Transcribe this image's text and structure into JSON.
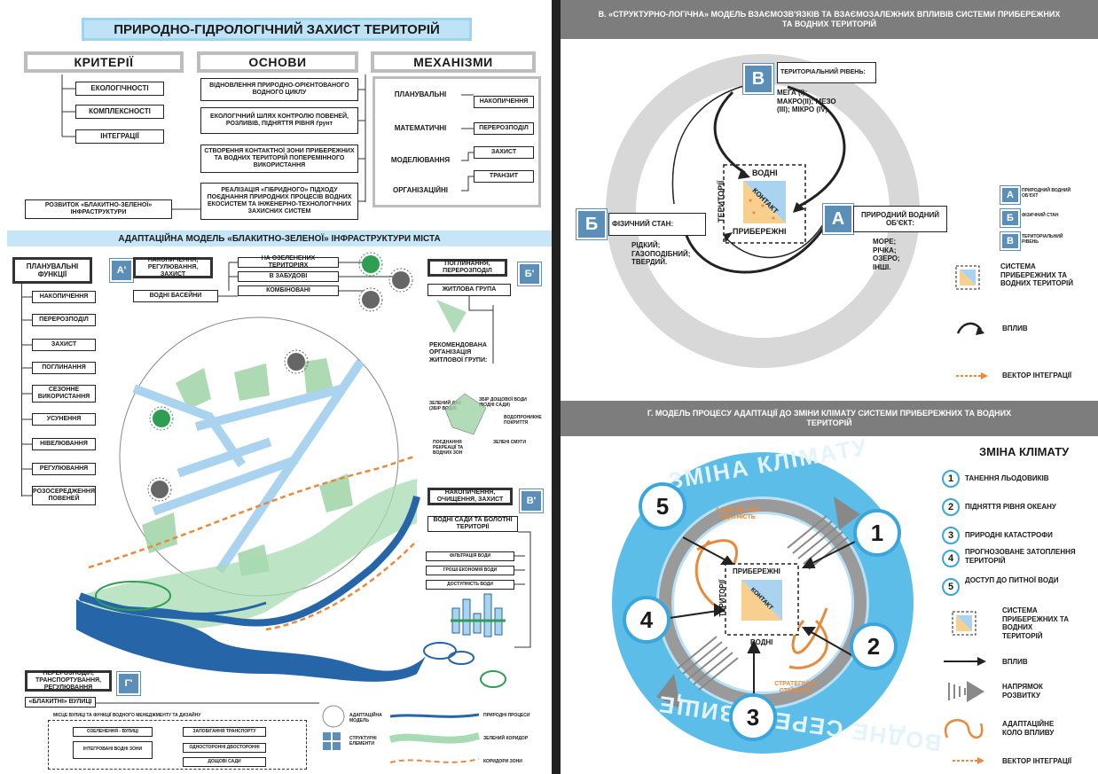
{
  "main_title": "ПРИРОДНО-ГІДРОЛОГІЧНИЙ ЗАХИСТ ТЕРИТОРІЙ",
  "columns": {
    "criteria": "КРИТЕРІЇ",
    "basics": "ОСНОВИ",
    "mechanisms": "МЕХАНІЗМИ"
  },
  "criteria": [
    "ЕКОЛОГІЧНОСТІ",
    "КОМПЛЕКСНОСТІ",
    "ІНТЕГРАЦІЇ"
  ],
  "basics": [
    "ВІДНОВЛЕННЯ ПРИРОДНО-ОРІЄНТОВАНОГО ВОДНОГО ЦИКЛУ",
    "ЕКОЛОГІЧНИЙ ШЛЯХ КОНТРОЛЮ ПОВЕНЕЙ, РОЗЛИВІВ, ПІДНЯТТЯ РІВНЯ ґрунт",
    "СТВОРЕННЯ КОНТАКТНОЇ ЗОНИ ПРИБЕРЕЖНИХ ТА ВОДНИХ ТЕРИТОРІЙ ПОПЕРЕМІННОГО ВИКОРИСТАННЯ",
    "РЕАЛІЗАЦІЯ «ГІБРИДНОГО» ПІДХОДУ ПОЄДНАННЯ ПРИРОДНИХ ПРОЦЕСІВ ВОДНИХ ЕКОСИСТЕМ ТА ІНЖЕНЕРНО-ТЕХНОЛОГІЧНИХ ЗАХИСНИХ СИСТЕМ"
  ],
  "mechanisms": [
    "ПЛАНУВАЛЬНІ",
    "МАТЕМАТИЧНІ",
    "МОДЕЛЮВАННЯ",
    "ОРГАНІЗАЦІЙНІ"
  ],
  "mechanism_actions": [
    "НАКОПИЧЕННЯ",
    "ПЕРЕРОЗПОДІЛ",
    "ЗАХИСТ",
    "ТРАНЗИТ"
  ],
  "development_box": "РОЗВИТОК «БЛАКИТНО-ЗЕЛЕНОЇ» ІНФРАСТРУКТУРИ",
  "adaptive_model_title": "АДАПТАЦІЙНА МОДЕЛЬ «БЛАКИТНО-ЗЕЛЕНОЇ» ІНФРАСТРУКТУРИ МІСТА",
  "planning_functions_title": "ПЛАНУВАЛЬНІ ФУНКЦІЇ",
  "planning_functions": [
    "НАКОПИЧЕННЯ",
    "ПЕРЕРОЗПОДІЛ",
    "ЗАХИСТ",
    "ПОГЛИНАННЯ",
    "СЕЗОННЕ ВИКОРИСТАННЯ",
    "УСУНЕННЯ",
    "НІВЕЛЮВАННЯ",
    "РЕГУЛЮВАННЯ",
    "РОЗОСЕРЕДЖЕННЯ ПОВЕНЕЙ"
  ],
  "block_a": {
    "tag": "А'",
    "title": "НАКОПИЧЕННЯ, РЕГУЛЮВАННЯ, ЗАХИСТ",
    "sub": "ВОДНІ БАСЕЙНИ",
    "items": [
      "НА ОЗЕЛЕНЕНИХ ТЕРИТОРІЯХ",
      "В ЗАБУДОВІ",
      "КОМБІНОВАНІ"
    ]
  },
  "block_b": {
    "tag": "Б'",
    "title": "ПОГЛИНАННЯ, ПЕРЕРОЗПОДІЛ",
    "sub": "ЖИТЛОВА ГРУПА",
    "note": "РЕКОМЕНДОВАНА ОРГАНІЗАЦІЯ ЖИТЛОВОЇ ГРУПИ:"
  },
  "block_b_labels": [
    "ЗЕЛЕНИЙ ДАХ (ЗБІР ВОДИ)",
    "ЗБІР ДОЩОВОЇ ВОДИ (ВОДНІ САДИ)",
    "ВОДОПРОНИКНЕ ПОКРИТТЯ",
    "ПОЄДНАННЯ РЕКРЕАЦІЇ ТА ВОДНИХ ЗОН",
    "ЗЕЛЕНІ СМУГИ"
  ],
  "block_v": {
    "tag": "В'",
    "title": "НАКОПИЧЕННЯ, ОЧИЩЕННЯ, ЗАХИСТ",
    "sub": "ВОДНІ САДИ ТА БОЛОТНІ ТЕРИТОРІЇ",
    "items": [
      "ФІЛЬТРАЦІЯ ВОДИ",
      "ГРОШІ ЕКОНОМІЯ ВОДИ",
      "ДОСТУПНІСТЬ ВОДИ"
    ]
  },
  "block_g": {
    "tag": "Г'",
    "title": "ПЕРЕРОЗПОДІЛ, ТРАНСПОРТУВАННЯ, РЕГУЛЮВАННЯ",
    "sub": "«БЛАКИТНІ» ВУЛИЦІ",
    "caption": "МІСЦЕ ВУЛИЦІ ТА ФУНКЦІЇ ВОДНОГО МЕНЕДЖМЕНТУ ТА ДИЗАЙНУ",
    "items": [
      "ОЗЕЛЕНЕННЯ - ВУЛИЦІ",
      "ЗАПОБІГАННЯ ТРАНСПОРТУ",
      "ІНТЕГРОВАНІ ВОДНІ ЗОНИ",
      "ОДНОСТОРОННІ ДВОСТОРОННІ",
      "ДОЩОВІ САДИ"
    ]
  },
  "legend_left": [
    {
      "label": "АДАПТАЦІЙНА МОДЕЛЬ"
    },
    {
      "label": "ПРИРОДНІ ПРОЦЕСИ"
    },
    {
      "label": "ЗЕЛЕНИЙ КОРИДОР"
    },
    {
      "label": "СТРУКТУРНІ ЕЛЕМЕНТИ"
    },
    {
      "label": "КОРИДОРИ ЗОНИ"
    }
  ],
  "panel_v": {
    "title": "В. «СТРУКТУРНО-ЛОГІЧНА» МОДЕЛЬ ВЗАЄМОЗВ'ЯЗКІВ ТА ВЗАЄМОЗАЛЕЖНИХ ВПЛИВІВ СИСТЕМИ ПРИБЕРЕЖНИХ ТА ВОДНИХ ТЕРИТОРІЙ",
    "b_level": {
      "tag": "В",
      "title": "ТЕРИТОРІАЛЬНИЙ РІВЕНЬ:",
      "items": "МЕГА (І); МАКРО(II); МЕЗО (III); МІКРО (IV)"
    },
    "b_state": {
      "tag": "Б",
      "title": "ФІЗИЧНИЙ СТАН:",
      "items": "РІДКИЙ; ГАЗОПОДІБНИЙ; ТВЕРДИЙ."
    },
    "a_object": {
      "tag": "А",
      "title": "ПРИРОДНИЙ ВОДНИЙ ОБ'ЄКТ:",
      "items": "МОРЕ; РІЧКА; ОЗЕРО; ІНШІ."
    },
    "center": {
      "top": "ВОДНІ",
      "left": "ТЕРИТОРІЇ",
      "diag": "КОНТАКТ",
      "bottom": "ПРИБЕРЕЖНІ"
    },
    "legend": [
      {
        "tag": "А",
        "label": "ПРИРОДНИЙ ВОДНИЙ ОБ'ЄКТ"
      },
      {
        "tag": "Б",
        "label": "ФІЗИЧНИЙ СТАН"
      },
      {
        "tag": "В",
        "label": "ТЕРИТОРІАЛЬНИЙ РІВЕНЬ"
      }
    ],
    "legend_system": "СИСТЕМА ПРИБЕРЕЖНИХ ТА ВОДНИХ ТЕРИТОРІЙ",
    "legend_influence": "ВПЛИВ",
    "legend_vector": "ВЕКТОР ІНТЕГРАЦІЇ"
  },
  "panel_g": {
    "title": "Г. МОДЕЛЬ ПРОЦЕСУ АДАПТАЦІЇ ДО ЗМІНИ КЛІМАТУ СИСТЕМИ ПРИБЕРЕЖНИХ ТА ВОДНИХ ТЕРИТОРІЙ",
    "ring_top": "ЗМІНА КЛІМАТУ",
    "ring_bottom": "ВОДНЕ СЕРЕДОВИЩЕ",
    "adapt_label": "АДАПТАЦІЙНА ЗДАТНІСТЬ",
    "strat_label": "СТРАТЕГІЧНА СТІЙКІСТЬ",
    "center": {
      "top": "ПРИБЕРЕЖНІ",
      "left": "ТЕРИТОРІЇ",
      "diag": "КОНТАКТ",
      "bottom": "ВОДНІ"
    },
    "numbers": [
      "1",
      "2",
      "3",
      "4",
      "5"
    ],
    "legend_title": "ЗМІНА КЛІМАТУ",
    "factors": [
      {
        "n": "1",
        "label": "ТАНЕННЯ ЛЬОДОВИКІВ"
      },
      {
        "n": "2",
        "label": "ПІДНЯТТЯ РІВНЯ ОКЕАНУ"
      },
      {
        "n": "3",
        "label": "ПРИРОДНІ КАТАСТРОФИ"
      },
      {
        "n": "4",
        "label": "ПРОГНОЗОВАНЕ ЗАТОПЛЕННЯ ТЕРИТОРІЙ"
      },
      {
        "n": "5",
        "label": "ДОСТУП ДО ПИТНОЇ ВОДИ"
      }
    ],
    "legend_system": "СИСТЕМА ПРИБЕРЕЖНИХ ТА ВОДНИХ ТЕРИТОРІЙ",
    "legend_influence": "ВПЛИВ",
    "legend_direction": "НАПРЯМОК РОЗВИТКУ",
    "legend_cycle": "АДАПТАЦІЙНЕ КОЛО ВПЛИВУ",
    "legend_vector": "ВЕКТОР ІНТЕГРАЦІЇ"
  },
  "colors": {
    "blue": "#3aa6dc",
    "light_blue": "#c6e6f7",
    "green": "#9fd3a6",
    "orange": "#e88a3c",
    "grey": "#bdbdbd"
  }
}
